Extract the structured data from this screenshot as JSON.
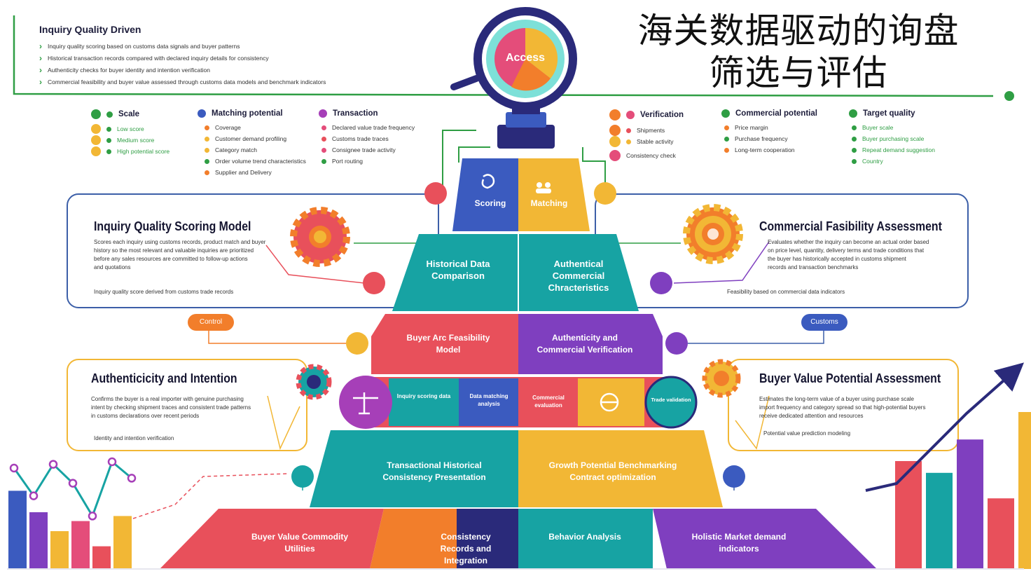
{
  "title": {
    "line1": "海关数据驱动的询盘",
    "line2": "筛选与评估"
  },
  "header": {
    "heading": "Inquiry Quality Driven",
    "bullets": [
      "Inquiry quality scoring based on customs data signals and buyer patterns",
      "Historical transaction records compared with declared inquiry details for consistency",
      "Authenticity checks for buyer identity and intention verification",
      "Commercial feasibility and buyer value assessed through customs data models and benchmark indicators"
    ]
  },
  "legend": {
    "scale": {
      "title": "Scale",
      "items": [
        "Low score",
        "Medium score",
        "High potential score"
      ]
    },
    "matching": {
      "title": "Matching potential",
      "items": [
        "Coverage",
        "Customer demand profiling",
        "Category match",
        "Order volume trend characteristics",
        "Supplier and Delivery"
      ]
    },
    "transaction": {
      "title": "Transaction",
      "items": [
        "Declared value trade frequency",
        "Customs trade traces",
        "Consignee trade activity",
        "Port routing"
      ]
    },
    "verification": {
      "title": "Verification",
      "items": [
        "Shipments",
        "Stable activity",
        "Consistency check"
      ]
    },
    "commercial": {
      "title": "Commercial potential",
      "items": [
        "Price margin",
        "Purchase frequency",
        "Long-term cooperation"
      ]
    },
    "target": {
      "title": "Target quality",
      "items": [
        "Buyer scale",
        "Buyer purchasing scale",
        "Repeat demand suggestion",
        "Country"
      ]
    }
  },
  "lens": {
    "label": "Access"
  },
  "panels": {
    "scoring": {
      "title": "Inquiry Quality Scoring Model",
      "lines": [
        "Scores each inquiry using customs records, product match and buyer",
        "history so the most relevant and valuable inquiries are prioritized",
        "before any sales resources are committed to follow-up actions",
        "and quotations"
      ],
      "foot": "Inquiry quality score derived from customs trade records"
    },
    "commercial": {
      "title": "Commercial Fasibility Assessment",
      "lines": [
        "Evaluates whether the inquiry can become an actual order based",
        "on price level, quantity, delivery terms and trade conditions that",
        "the buyer has historically accepted in customs shipment",
        "records and transaction benchmarks"
      ],
      "foot": "Feasibility based on commercial data indicators"
    },
    "authenticity": {
      "title": "Authenticicity and Intention",
      "lines": [
        "Confirms the buyer is a real importer with genuine purchasing",
        "intent by checking shipment traces and consistent trade patterns",
        "in customs declarations over recent periods"
      ],
      "foot": "Identity and intention verification"
    },
    "buyer_value": {
      "title": "Buyer Value Potential Assessment",
      "lines": [
        "Estimates the long-term value of a buyer using purchase scale",
        "import frequency and category spread so that high-potential buyers",
        "receive dedicated attention and resources"
      ],
      "foot": "Potential value prediction modeling"
    }
  },
  "pills": {
    "left": "Control",
    "right": "Customs"
  },
  "pyramid": {
    "tier1": {
      "left": "Scoring",
      "right": "Matching"
    },
    "tier2": {
      "left": "Historical Data Comparison",
      "right": "Authentical Commercial Chracteristics"
    },
    "tier3": {
      "left": "Buyer Arc Feasibility Model",
      "right": "Authenticity and Commercial Verification"
    },
    "tier4": {
      "c1": "Inquiry scoring data",
      "c2": "Data matching analysis",
      "c3": "Commercial evaluation",
      "c4": "Trade validation"
    },
    "tier5": {
      "left": "Transactional Historical Consistency Presentation",
      "right": "Growth Potential Benchmarking Contract optimization"
    },
    "tier6": {
      "a": "Buyer Value Commodity Utilities",
      "b": "Consistency Records and Integration",
      "c": "Behavior Analysis",
      "d": "Holistic Market demand indicators"
    }
  },
  "colors": {
    "blue": "#3b5bbf",
    "yellow": "#f2b735",
    "teal": "#17a3a3",
    "red": "#e8505b",
    "purple": "#7f3fbf",
    "navy": "#2a2a7a",
    "orange": "#f27e2b",
    "green": "#2f9e44",
    "panel_border": "#3c5fa8"
  },
  "chart_left": {
    "bars": [
      0.62,
      0.45,
      0.3,
      0.38,
      0.18,
      0.42
    ],
    "line": [
      0.8,
      0.58,
      0.83,
      0.68,
      0.42,
      0.85,
      0.72
    ]
  },
  "chart_right": {
    "bars": [
      0.55,
      0.49,
      0.66,
      0.36,
      0.8
    ]
  }
}
